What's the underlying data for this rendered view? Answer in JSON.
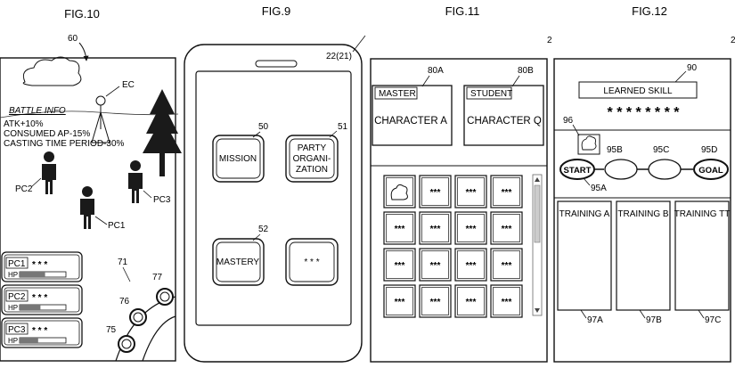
{
  "figures": {
    "fig10": {
      "title": "FIG.10",
      "ref_screen": "60",
      "ref_ec": "EC",
      "battle_info": {
        "heading": "BATTLE INFO",
        "lines": [
          "ATK+10%",
          "CONSUMED AP-15%",
          "CASTING TIME PERIOD-30%"
        ]
      },
      "characters": {
        "pc1": "PC1",
        "pc2": "PC2",
        "pc3": "PC3"
      },
      "status_cards": [
        {
          "name": "PC1",
          "stars": "* * *",
          "hp_label": "HP",
          "hp": 0.55
        },
        {
          "name": "PC2",
          "stars": "* * *",
          "hp_label": "HP",
          "hp": 0.45
        },
        {
          "name": "PC3",
          "stars": "* * *",
          "hp_label": "HP",
          "hp": 0.4
        }
      ],
      "refs": {
        "r71": "71",
        "r75": "75",
        "r76": "76",
        "r77": "77"
      }
    },
    "fig9": {
      "title": "FIG.9",
      "ref_phone": "22(21)",
      "buttons": {
        "mission": {
          "label": "MISSION",
          "ref": "50"
        },
        "party": {
          "line1": "PARTY",
          "line2": "ORGANI-",
          "line3": "ZATION",
          "ref": "51"
        },
        "mastery": {
          "label": "MASTERY",
          "ref": "52"
        },
        "more": {
          "label": "* * *"
        }
      }
    },
    "fig11": {
      "title": "FIG.11",
      "ref_edge": "2",
      "master": {
        "tag": "MASTER",
        "name": "CHARACTER A",
        "ref": "80A"
      },
      "student": {
        "tag": "STUDENT",
        "name": "CHARACTER Q",
        "ref": "80B"
      },
      "grid_cell": "***"
    },
    "fig12": {
      "title": "FIG.12",
      "ref_edge": "2",
      "ref_panel": "90",
      "learned_skill": "LEARNED SKILL",
      "stars": "* * * * * * * *",
      "path": {
        "start": "START",
        "goal": "GOAL",
        "ref_icon": "96",
        "ref_95a": "95A",
        "ref_95b": "95B",
        "ref_95c": "95C",
        "ref_95d": "95D"
      },
      "trainings": [
        {
          "label": "TRAINING A",
          "ref": "97A"
        },
        {
          "label": "TRAINING B",
          "ref": "97B"
        },
        {
          "label": "TRAINING TT",
          "ref": "97C"
        }
      ]
    }
  }
}
